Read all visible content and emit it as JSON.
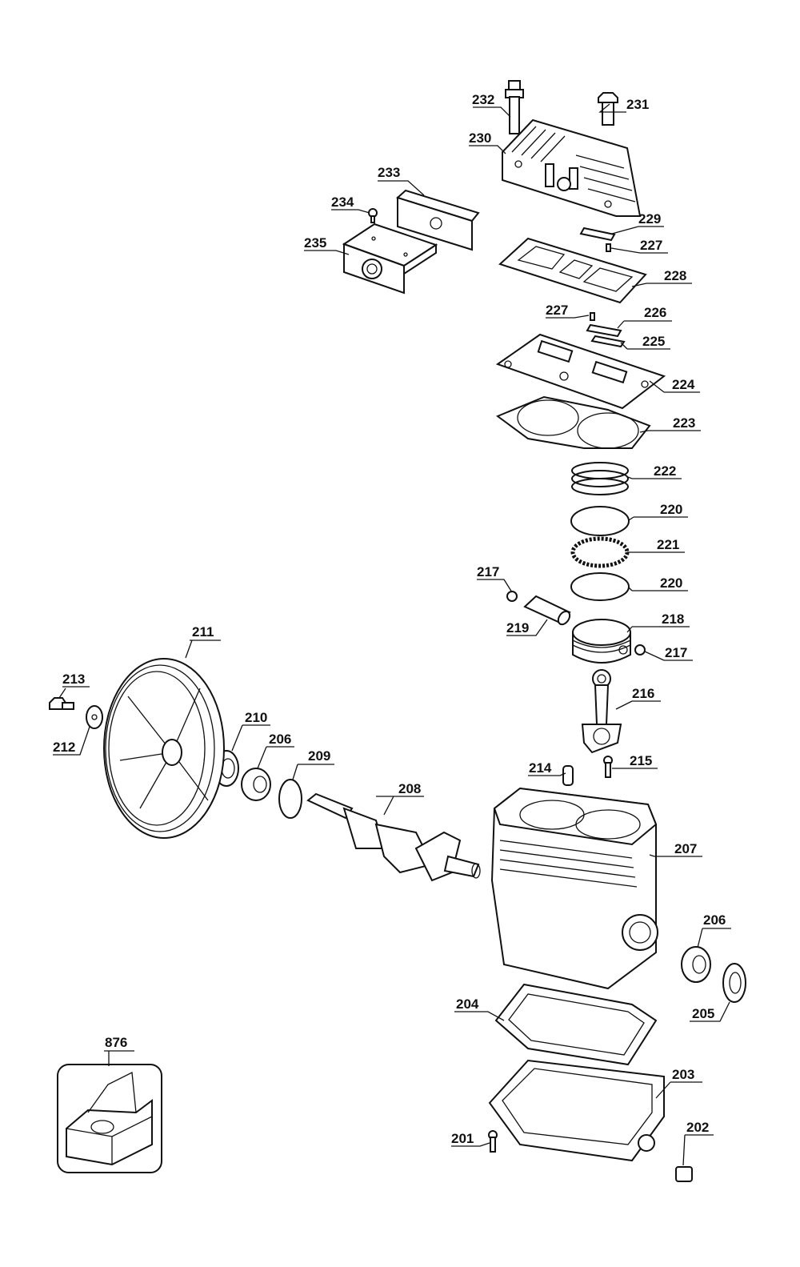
{
  "callouts": {
    "p201": "201",
    "p202": "202",
    "p203": "203",
    "p204": "204",
    "p205": "205",
    "p206a": "206",
    "p206b": "206",
    "p207": "207",
    "p208": "208",
    "p209": "209",
    "p210": "210",
    "p211": "211",
    "p212": "212",
    "p213": "213",
    "p214": "214",
    "p215": "215",
    "p216": "216",
    "p217a": "217",
    "p217b": "217",
    "p218": "218",
    "p219": "219",
    "p220a": "220",
    "p220b": "220",
    "p221": "221",
    "p222": "222",
    "p223": "223",
    "p224": "224",
    "p225": "225",
    "p226": "226",
    "p227a": "227",
    "p227b": "227",
    "p228": "228",
    "p229": "229",
    "p230": "230",
    "p231": "231",
    "p232": "232",
    "p233": "233",
    "p234": "234",
    "p235": "235",
    "p876": "876"
  }
}
